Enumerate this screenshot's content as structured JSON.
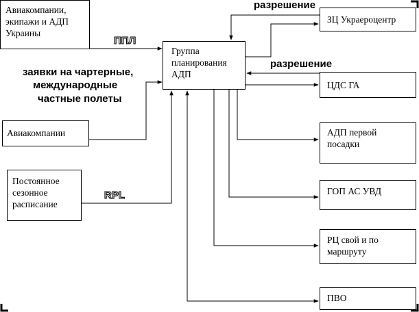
{
  "diagram": {
    "boxes": {
      "aviakompanii_ekipazhi": [
        "Авиакомпании,",
        "экипажи и АДП",
        "Украины"
      ],
      "aviakompanii": [
        "Авиакомпании"
      ],
      "postoyannoe": [
        "Постоянное",
        "сезонное",
        "расписание"
      ],
      "gruppa": [
        "Группа",
        "планирования",
        "АДП"
      ],
      "zc": [
        "ЗЦ Украероцентр"
      ],
      "cds": [
        "ЦДС ГА"
      ],
      "adp_pervoy": [
        "АДП первой",
        "посадки"
      ],
      "gop": [
        "ГОП АС УВД"
      ],
      "rc": [
        "РЦ свой и по",
        "маршруту"
      ],
      "pvo": [
        "ПВО"
      ]
    },
    "labels": {
      "ppl": "ППЛ",
      "rpl": "RPL",
      "razreshenie_top": "разрешение",
      "razreshenie_mid": "разрешение",
      "zayavki": [
        "заявки на чартерные,",
        "международные",
        "частные полеты"
      ]
    }
  }
}
